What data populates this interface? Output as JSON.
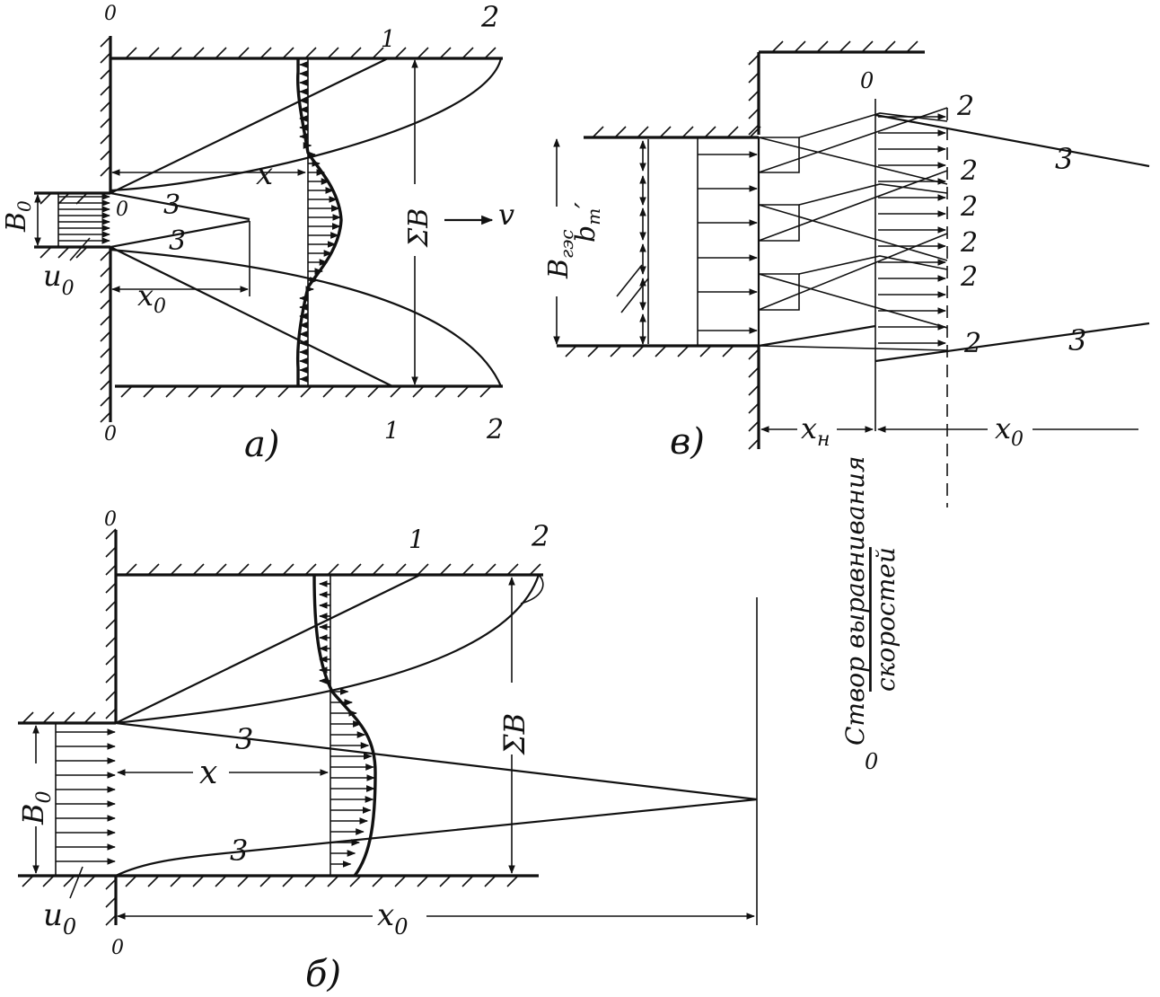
{
  "labels": {
    "sec_0": "0",
    "line_1": "1",
    "line_2": "2",
    "line_3": "3",
    "b0_base": "B",
    "b0_sub": "0",
    "u0_base": "u",
    "u0_sub": "0",
    "x": "x",
    "x0_base": "x",
    "x0_sub": "0",
    "sum_b": "ΣB",
    "v": "v",
    "origin_o": "0",
    "b_gzs_base": "B",
    "b_gzs_sub": "гэс",
    "bt_base": "b",
    "bt_sub": "т",
    "bt_prime": "′",
    "xh_base": "x",
    "xh_sub": "н",
    "stvor_line1": "Створ выравнивания",
    "stvor_line2": "скоростей"
  },
  "captions": {
    "a": "а)",
    "b": "б)",
    "c": "в)"
  }
}
